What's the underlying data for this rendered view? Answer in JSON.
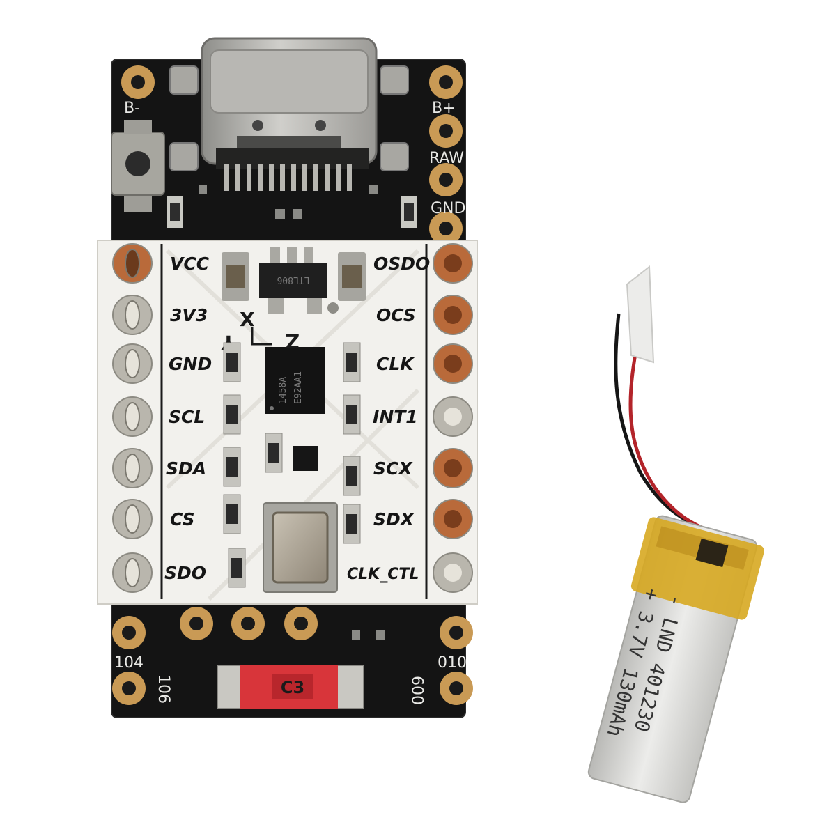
{
  "colors": {
    "pcb_black": "#141414",
    "sensor_board": "#f2f1ed",
    "gold_pad": "#c99a55",
    "copper_pad": "#b96a3a",
    "silver_pin": "#b9b6ad",
    "battery_wrap": "#d7a821",
    "battery_body": "#e3e3e0"
  },
  "main_board": {
    "left_top": [
      "B-"
    ],
    "right_top": [
      "B+",
      "RAW",
      "GND"
    ],
    "bottom_left": [
      "104",
      "106"
    ],
    "bottom_right": [
      "010",
      "009"
    ],
    "fuse_label": "C3"
  },
  "sensor_board": {
    "left_labels": [
      "VCC",
      "3V3",
      "GND",
      "SCL",
      "SDA",
      "CS",
      "SDO"
    ],
    "right_labels": [
      "OSDO",
      "OCS",
      "CLK",
      "INT1",
      "SCX",
      "SDX",
      "CLK_CTL"
    ],
    "axis_labels": [
      "X",
      "Y",
      "Z"
    ],
    "regulator_marking": "LTL806",
    "chip_lines": [
      "1458A",
      "E92AA1"
    ]
  },
  "battery": {
    "lines": [
      "- LND 401230",
      "+ 3.7V 130mAh"
    ]
  }
}
